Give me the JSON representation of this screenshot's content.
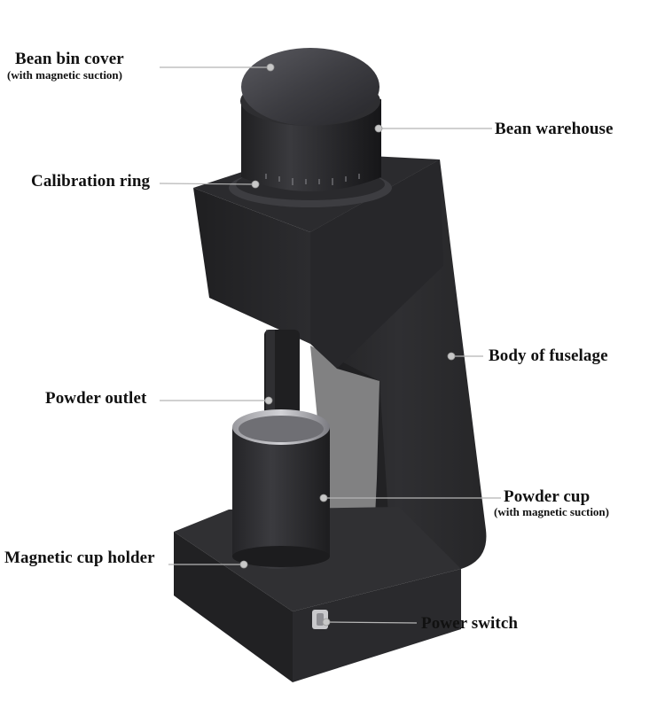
{
  "labels": {
    "bean_bin_cover": {
      "title": "Bean bin cover",
      "sub": "(with magnetic suction)"
    },
    "bean_warehouse": {
      "title": "Bean warehouse"
    },
    "calibration_ring": {
      "title": "Calibration ring"
    },
    "body_of_fuselage": {
      "title": "Body of fuselage"
    },
    "powder_outlet": {
      "title": "Powder outlet"
    },
    "powder_cup": {
      "title": "Powder cup",
      "sub": "(with magnetic suction)"
    },
    "magnetic_cup_holder": {
      "title": "Magnetic cup holder"
    },
    "power_switch": {
      "title": "Power switch"
    }
  },
  "colors": {
    "body": "#2b2b2d",
    "body_dark": "#1b1b1d",
    "body_light": "#3a3a3d",
    "cup_rim": "#8a8a8e",
    "leader_line": "#b5b5b5",
    "callout_dot": "#c8c8c8"
  },
  "icons": [
    "coffee-grinder-illustration"
  ]
}
